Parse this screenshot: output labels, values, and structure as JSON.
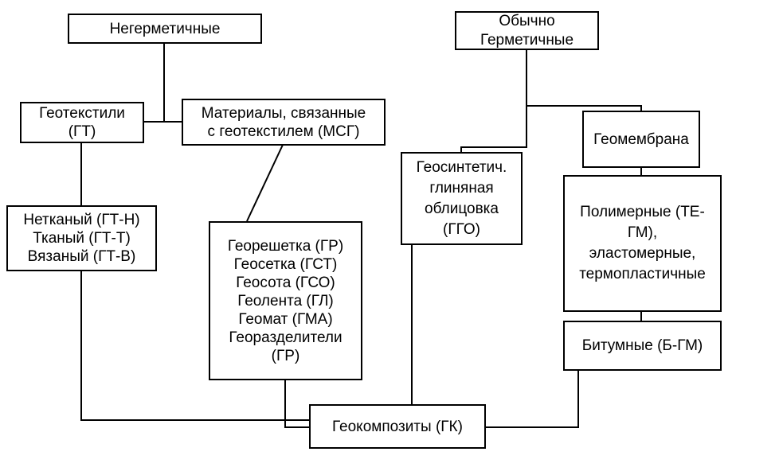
{
  "nodes": {
    "non_sealed": "Негерметичные",
    "geotextiles": "Геотекстили\n(ГТ)",
    "related": "Материалы, связанные\nс геотекстилем (МСГ)",
    "gt_types": "Нетканый (ГТ-Н)\nТканый (ГТ-Т)\nВязаный (ГТ-В)",
    "msg_types": "Георешетка (ГР)\nГеосетка (ГСТ)\nГеосота (ГСО)\nГеолента (ГЛ)\nГеомат (ГМА)\nГеоразделители\n(ГР)",
    "sealed": "Обычно\nГерметичные",
    "geomembrane": "Геомембрана",
    "gcl": "Геосинтетич.\nглиняная\nоблицовка\n(ГГО)",
    "polymer": "Полимерные (ТЕ-\nГМ),\nэластомерные,\nтермопластичные",
    "bitumen": "Битумные (Б-ГМ)",
    "geocomposites": "Геокомпозиты (ГК)"
  }
}
